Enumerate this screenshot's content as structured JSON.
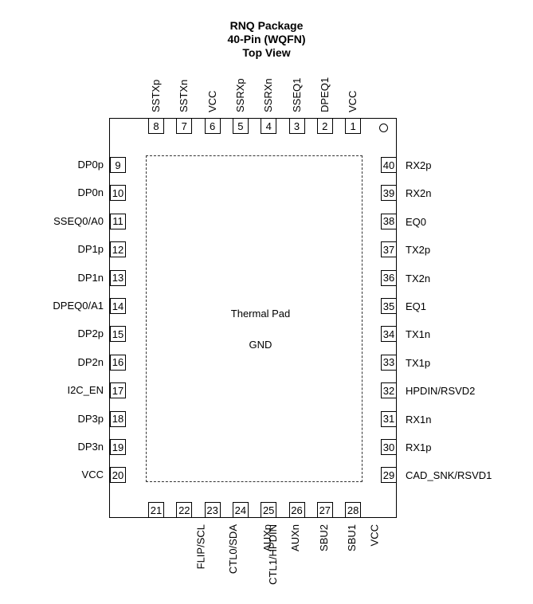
{
  "header": {
    "line1": "RNQ Package",
    "line2": "40-Pin (WQFN)",
    "line3": "Top View"
  },
  "thermal_pad": {
    "label": "Thermal Pad",
    "net": "GND"
  },
  "pins_top": [
    {
      "num": "8",
      "name": "SSTXp"
    },
    {
      "num": "7",
      "name": "SSTXn"
    },
    {
      "num": "6",
      "name": "VCC"
    },
    {
      "num": "5",
      "name": "SSRXp"
    },
    {
      "num": "4",
      "name": "SSRXn"
    },
    {
      "num": "3",
      "name": "SSEQ1"
    },
    {
      "num": "2",
      "name": "DPEQ1"
    },
    {
      "num": "1",
      "name": "VCC"
    }
  ],
  "pins_left": [
    {
      "num": "9",
      "name": "DP0p"
    },
    {
      "num": "10",
      "name": "DP0n"
    },
    {
      "num": "11",
      "name": "SSEQ0/A0"
    },
    {
      "num": "12",
      "name": "DP1p"
    },
    {
      "num": "13",
      "name": "DP1n"
    },
    {
      "num": "14",
      "name": "DPEQ0/A1"
    },
    {
      "num": "15",
      "name": "DP2p"
    },
    {
      "num": "16",
      "name": "DP2n"
    },
    {
      "num": "17",
      "name": "I2C_EN"
    },
    {
      "num": "18",
      "name": "DP3p"
    },
    {
      "num": "19",
      "name": "DP3n"
    },
    {
      "num": "20",
      "name": "VCC"
    }
  ],
  "pins_right": [
    {
      "num": "40",
      "name": "RX2p"
    },
    {
      "num": "39",
      "name": "RX2n"
    },
    {
      "num": "38",
      "name": "EQ0"
    },
    {
      "num": "37",
      "name": "TX2p"
    },
    {
      "num": "36",
      "name": "TX2n"
    },
    {
      "num": "35",
      "name": "EQ1"
    },
    {
      "num": "34",
      "name": "TX1n"
    },
    {
      "num": "33",
      "name": "TX1p"
    },
    {
      "num": "32",
      "name": "HPDIN/RSVD2"
    },
    {
      "num": "31",
      "name": "RX1n"
    },
    {
      "num": "30",
      "name": "RX1p"
    },
    {
      "num": "29",
      "name": "CAD_SNK/RSVD1"
    }
  ],
  "pins_bottom": [
    {
      "num": "21",
      "name": "FLIP/SCL"
    },
    {
      "num": "22",
      "name": "CTL0/SDA"
    },
    {
      "num": "23",
      "name": "CTL1/HPDIN"
    },
    {
      "num": "24",
      "name": "AUXp"
    },
    {
      "num": "25",
      "name": "AUXn"
    },
    {
      "num": "26",
      "name": "SBU2"
    },
    {
      "num": "27",
      "name": "SBU1"
    },
    {
      "num": "28",
      "name": "VCC"
    }
  ]
}
